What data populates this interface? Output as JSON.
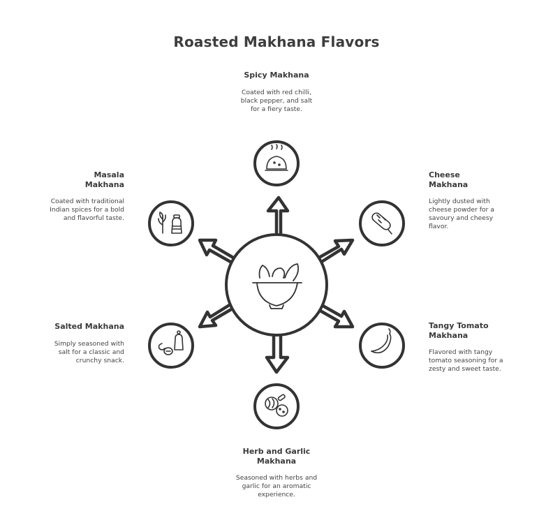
{
  "title": "Roasted Makhana Flavors",
  "colors": {
    "stroke": "#333333",
    "background": "#ffffff"
  },
  "center_icon": "mortar-bowl-icon",
  "flavors": [
    {
      "label": "Spicy Makhana",
      "description": "Coated with red chilli, black pepper, and salt for a fiery taste.",
      "icon": "chilli-dish-icon"
    },
    {
      "label": "Cheese Makhana",
      "description": "Lightly dusted with cheese powder for a savoury and cheesy flavor.",
      "icon": "cheese-stick-icon"
    },
    {
      "label": "Tangy Tomato Makhana",
      "description": "Flavored with tangy tomato seasoning for a zesty and sweet taste.",
      "icon": "chilli-pepper-icon"
    },
    {
      "label": "Herb and Garlic Makhana",
      "description": "Seasoned with herbs and garlic for an aromatic experience.",
      "icon": "herb-garlic-icon"
    },
    {
      "label": "Salted Makhana",
      "description": "Simply seasoned with salt for a classic and crunchy snack.",
      "icon": "salt-shaker-icon"
    },
    {
      "label": "Masala Makhana",
      "description": "Coated with traditional Indian spices for a bold and flavorful taste.",
      "icon": "spice-jar-icon"
    }
  ]
}
